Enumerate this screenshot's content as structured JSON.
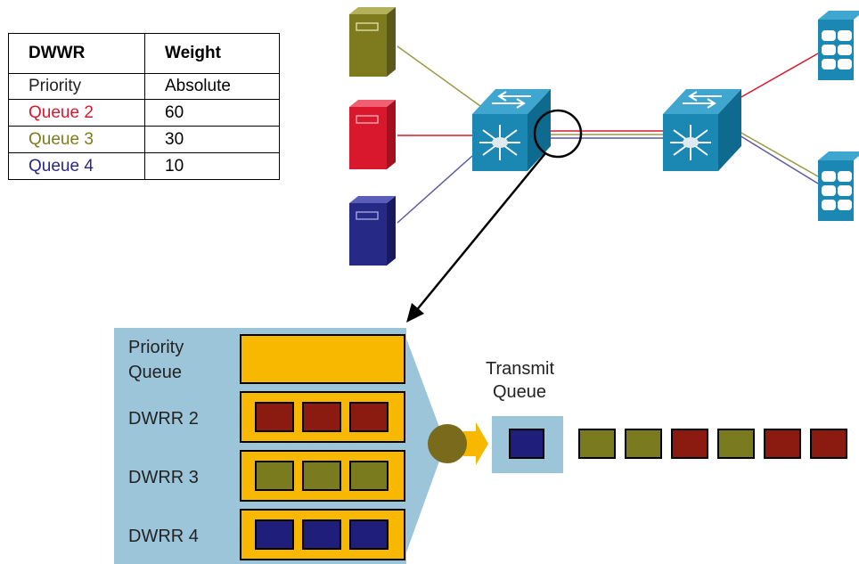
{
  "table": {
    "headers": [
      "DWWR",
      "Weight"
    ],
    "rows": [
      {
        "name": "Priority",
        "weight": "Absolute",
        "color": "#222222"
      },
      {
        "name": "Queue 2",
        "weight": "60",
        "color": "#d9182d"
      },
      {
        "name": "Queue 3",
        "weight": "30",
        "color": "#7d7b1e"
      },
      {
        "name": "Queue 4",
        "weight": "10",
        "color": "#262a86"
      }
    ]
  },
  "scheduler": {
    "queues": [
      {
        "label_line1": "Priority",
        "label_line2": "Queue",
        "packets": 0
      },
      {
        "label": "DWRR 2",
        "packets": 3,
        "color": "#8b1a10"
      },
      {
        "label": "DWRR 3",
        "packets": 3,
        "color": "#7a7a1f"
      },
      {
        "label": "DWRR 4",
        "packets": 3,
        "color": "#1f1e7a"
      }
    ],
    "transmit_label_line1": "Transmit",
    "transmit_label_line2": "Queue"
  },
  "output_packets": [
    "#7a7a1f",
    "#7a7a1f",
    "#8b1a10",
    "#7a7a1f",
    "#8b1a10",
    "#8b1a10"
  ],
  "colors": {
    "panel": "#9cc5da",
    "queue_fill": "#f8b800",
    "switch_blue": "#1b87b3",
    "scheduler_circle": "#7a6a1c",
    "arrow": "#f8b800",
    "server_olive": "#7d7b1e",
    "server_red": "#d9182d",
    "server_navy": "#262a86"
  }
}
